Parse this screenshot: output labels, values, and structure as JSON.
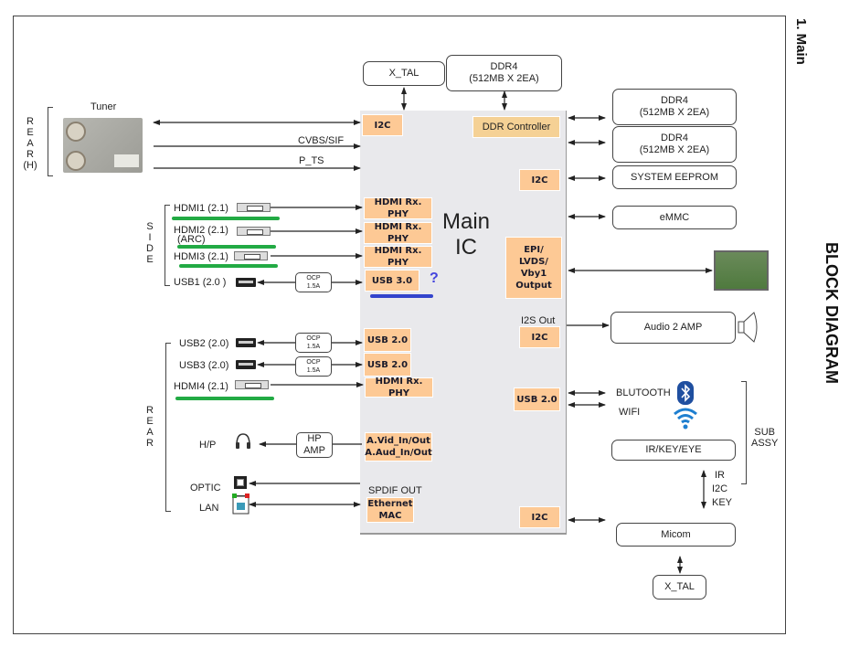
{
  "titles": {
    "section": "1. Main",
    "diagram": "BLOCK DIAGRAM"
  },
  "main_ic": {
    "line1": "Main",
    "line2": "IC"
  },
  "ic_blocks": {
    "i2c_top": "I2C",
    "ddr_controller": "DDR Controller",
    "i2c_eeprom": "I2C",
    "hdmi_rx_1": "HDMI Rx. PHY",
    "hdmi_rx_2": "HDMI Rx. PHY",
    "hdmi_rx_3": "HDMI Rx. PHY",
    "usb30": "USB 3.0",
    "usb30_question": "?",
    "epi_output": [
      "EPI/",
      "LVDS/",
      "Vby1",
      "Output"
    ],
    "i2s_out_label": "I2S Out",
    "i2c_audio": "I2C",
    "usb20_a": "USB 2.0",
    "usb20_b": "USB 2.0",
    "hdmi_rx_4": "HDMI Rx. PHY",
    "usb20_right": "USB 2.0",
    "avid": [
      "A.Vid_In/Out",
      "A.Aud_In/Out"
    ],
    "spdif_out_label": "SPDIF OUT",
    "ethernet_mac": [
      "Ethernet",
      "MAC"
    ],
    "i2c_micom": "I2C"
  },
  "top_boxes": {
    "xtal": "X_TAL",
    "ddr4_top": [
      "DDR4",
      "(512MB X 2EA)"
    ]
  },
  "right_boxes": {
    "ddr4_a": [
      "DDR4",
      "(512MB X 2EA)"
    ],
    "ddr4_b": [
      "DDR4",
      "(512MB X 2EA)"
    ],
    "eeprom": "SYSTEM EEPROM",
    "emmc": "eMMC",
    "audio_amp": "Audio 2  AMP",
    "bluetooth": "BLUTOOTH",
    "wifi": "WIFI",
    "ir_key_eye": "IR/KEY/EYE",
    "sub_assy": [
      "SUB",
      "ASSY"
    ],
    "ir_signals": [
      "IR",
      "I2C",
      "KEY"
    ],
    "micom": "Micom",
    "xtal_bottom": "X_TAL"
  },
  "left": {
    "tuner_label": "Tuner",
    "rear_h": [
      "R",
      "E",
      "A",
      "R",
      "(H)"
    ],
    "cvbs": "CVBS/SIF",
    "pts": "P_TS",
    "side": [
      "S",
      "I",
      "D",
      "E"
    ],
    "hdmi1": "HDMI1 (2.1)",
    "hdmi2": "HDMI2 (2.1)",
    "hdmi2_arc": "(ARC)",
    "hdmi3": "HDMI3 (2.1)",
    "usb1": "USB1 (2.0 )",
    "ocp": [
      "OCP",
      "1.5A"
    ],
    "rear": [
      "R",
      "E",
      "A",
      "R"
    ],
    "usb2": "USB2 (2.0)",
    "usb3": "USB3 (2.0)",
    "hdmi4": "HDMI4 (2.1)",
    "hp": "H/P",
    "hp_amp": [
      "HP",
      "AMP"
    ],
    "optic": "OPTIC",
    "lan": "LAN"
  },
  "colors": {
    "ic_block": "#fdc995",
    "ddr_controller": "#f5d195",
    "highlight_green": "#22aa44",
    "highlight_blue": "#3344cc",
    "bluetooth": "#1f4fa0",
    "wifi": "#1e7fd0"
  }
}
